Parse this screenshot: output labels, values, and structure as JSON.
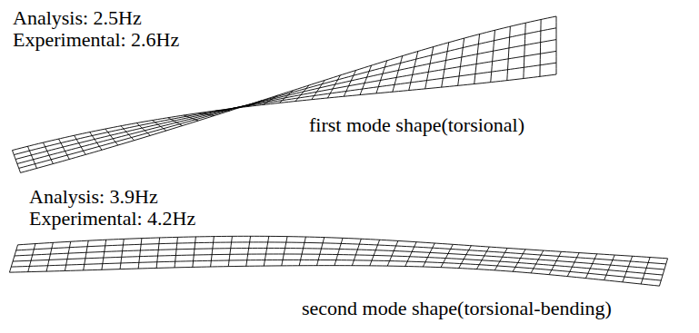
{
  "diagram": {
    "labels": [
      "Analysis: 2.5Hz",
      "Experimental: 2.6Hz",
      "first mode shape(torsional)",
      "Analysis: 3.9Hz",
      "Experimental: 4.2Hz",
      "second mode shape(torsional-bending)"
    ]
  }
}
